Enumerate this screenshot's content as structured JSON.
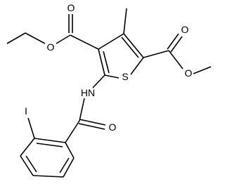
{
  "molecule": {
    "atoms": {
      "ester_o_carbonyl_left": "O",
      "ester_o_ether_left": "O",
      "ester_o_carbonyl_right": "O",
      "ester_o_ether_right": "O",
      "ring_sulfur": "S",
      "amide_nitrogen": "HN",
      "amide_oxygen": "O",
      "iodine": "I"
    }
  },
  "colors": {
    "bond": "#000000",
    "label": "#000000",
    "background": "#ffffff"
  }
}
